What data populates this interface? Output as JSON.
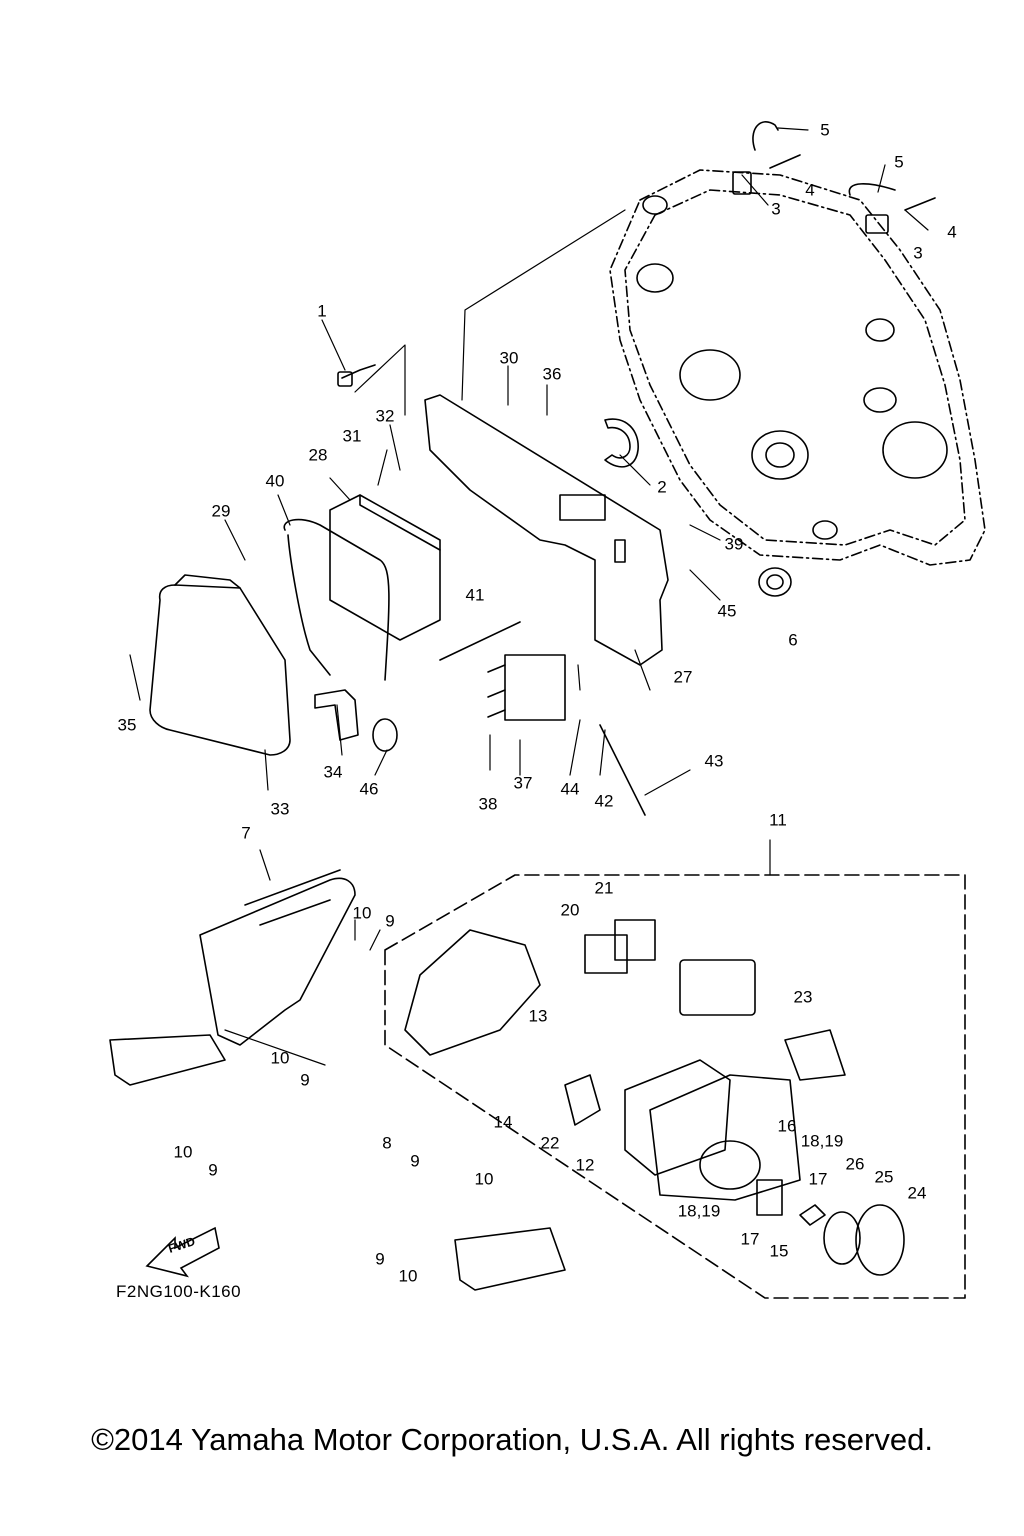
{
  "diagram": {
    "drawing_code": "F2NG100-K160",
    "fwd_label": "FWD",
    "copyright": "©2014 Yamaha Motor Corporation, U.S.A. All rights reserved.",
    "callouts": {
      "c1": "1",
      "c2": "2",
      "c3a": "3",
      "c3b": "3",
      "c4a": "4",
      "c4b": "4",
      "c5a": "5",
      "c5b": "5",
      "c6": "6",
      "c7": "7",
      "c8": "8",
      "c9a": "9",
      "c9b": "9",
      "c9c": "9",
      "c9d": "9",
      "c9e": "9",
      "c10a": "10",
      "c10b": "10",
      "c10c": "10",
      "c10d": "10",
      "c10e": "10",
      "c11": "11",
      "c12": "12",
      "c13": "13",
      "c14": "14",
      "c15": "15",
      "c16": "16",
      "c17a": "17",
      "c17b": "17",
      "c1819a": "18,19",
      "c1819b": "18,19",
      "c20": "20",
      "c21": "21",
      "c22": "22",
      "c23": "23",
      "c24": "24",
      "c25": "25",
      "c26": "26",
      "c27": "27",
      "c28": "28",
      "c29": "29",
      "c30": "30",
      "c31": "31",
      "c32": "32",
      "c33": "33",
      "c34": "34",
      "c35": "35",
      "c36": "36",
      "c37": "37",
      "c38": "38",
      "c39": "39",
      "c40": "40",
      "c41": "41",
      "c42": "42",
      "c43": "43",
      "c44": "44",
      "c45": "45",
      "c46": "46"
    }
  }
}
